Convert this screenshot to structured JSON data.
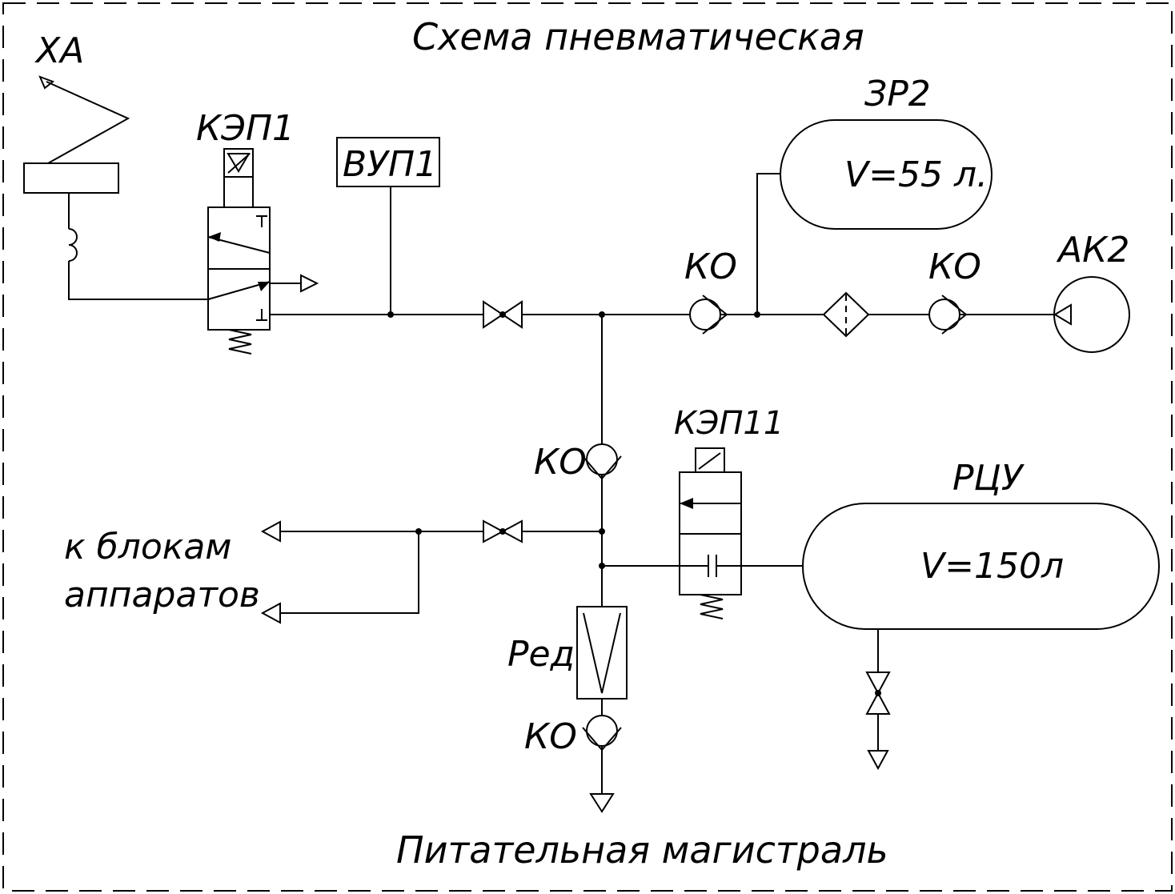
{
  "title": "Схема пневматическая",
  "footer": "Питательная магистраль",
  "labels": {
    "xa": "ХА",
    "kep1": "КЭП1",
    "vup1": "ВУП1",
    "zr2": "ЗР2",
    "zr2_volume": "V=55 л.",
    "ko_top1": "КО",
    "ko_top2": "КО",
    "ak2": "АК2",
    "ko_mid": "КО",
    "kep11": "КЭП11",
    "rcu": "РЦУ",
    "rcu_volume": "V=150л",
    "to_blocks_line1": "к блокам",
    "to_blocks_line2": "аппаратов",
    "red": "Ред",
    "ko_bottom": "КО"
  }
}
